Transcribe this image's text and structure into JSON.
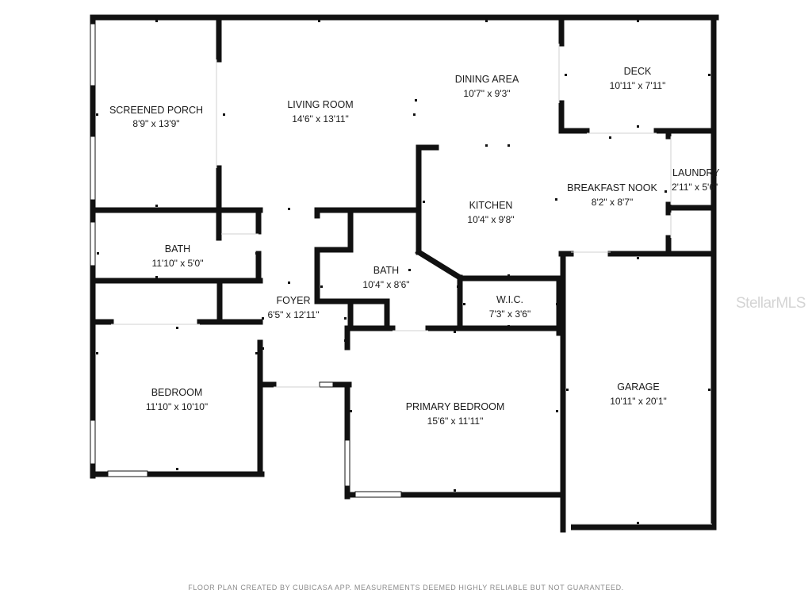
{
  "rooms": {
    "screened_porch": {
      "name": "SCREENED PORCH",
      "dim": "8'9\" x 13'9\""
    },
    "living_room": {
      "name": "LIVING ROOM",
      "dim": "14'6\" x 13'11\""
    },
    "dining_area": {
      "name": "DINING AREA",
      "dim": "10'7\" x 9'3\""
    },
    "deck": {
      "name": "DECK",
      "dim": "10'11\" x 7'11\""
    },
    "laundry": {
      "name": "LAUNDRY",
      "dim": "2'11\" x 5'6\""
    },
    "breakfast_nook": {
      "name": "BREAKFAST NOOK",
      "dim": "8'2\" x 8'7\""
    },
    "kitchen": {
      "name": "KITCHEN",
      "dim": "10'4\" x 9'8\""
    },
    "bath_left": {
      "name": "BATH",
      "dim": "11'10\" x 5'0\""
    },
    "bath_center": {
      "name": "BATH",
      "dim": "10'4\" x 8'6\""
    },
    "foyer": {
      "name": "FOYER",
      "dim": "6'5\" x 12'11\""
    },
    "wic": {
      "name": "W.I.C.",
      "dim": "7'3\" x 3'6\""
    },
    "bedroom": {
      "name": "BEDROOM",
      "dim": "11'10\" x 10'10\""
    },
    "primary_bedroom": {
      "name": "PRIMARY BEDROOM",
      "dim": "15'6\" x 11'11\""
    },
    "garage": {
      "name": "GARAGE",
      "dim": "10'11\" x 20'1\""
    }
  },
  "footer": "FLOOR PLAN CREATED BY CUBICASA APP. MEASUREMENTS DEEMED HIGHLY RELIABLE BUT NOT GUARANTEED.",
  "watermark": "StellarMLS",
  "colors": {
    "wall": "#111111",
    "text": "#1a1a1a",
    "footer": "#8a8a8a",
    "watermark": "#d4d4d4"
  }
}
